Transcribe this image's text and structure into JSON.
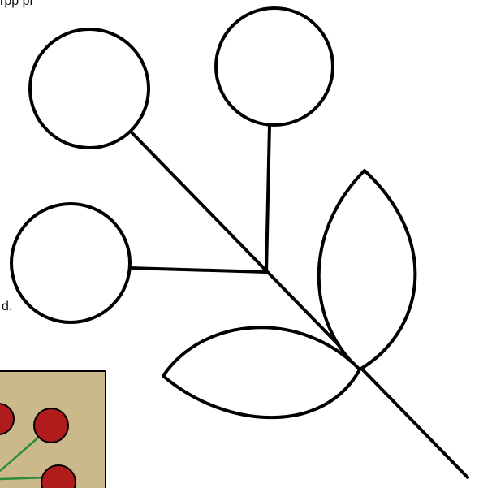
{
  "page": {
    "background_color": "#ffffff"
  },
  "clipped_text": {
    "top_fragment": "rpp pr",
    "side_fragment": "d."
  },
  "diagram": {
    "stroke_color": "#000000",
    "fill_color": "#ffffff",
    "elements": {
      "berries": 3,
      "leaves": 2,
      "stems": 4
    }
  },
  "thumbnail": {
    "background_color": "#cbb98b",
    "border_color": "#000000",
    "berry_color": "#b01c1c",
    "stem_color": "#2e8b3d"
  }
}
